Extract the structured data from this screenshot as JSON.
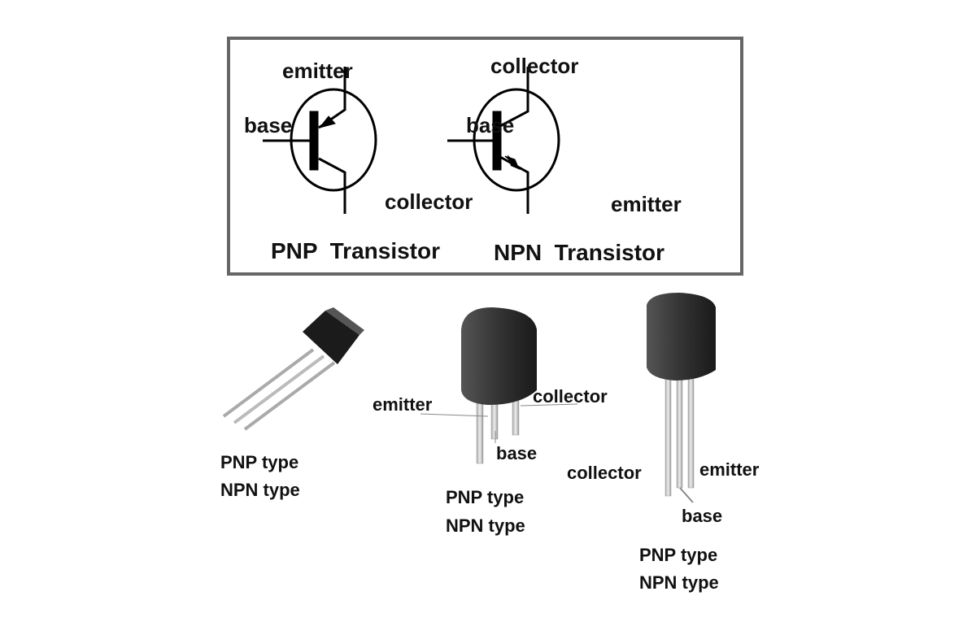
{
  "symbols": {
    "pnp": {
      "emitter": "emitter",
      "base": "base",
      "collector": "collector",
      "title": "PNP  Transistor"
    },
    "npn": {
      "collector": "collector",
      "base": "base",
      "emitter": "emitter",
      "title": "NPN  Transistor"
    }
  },
  "packages": [
    {
      "types": [
        "PNP type",
        "NPN type"
      ]
    },
    {
      "emitter": "emitter",
      "collector": "collector",
      "base": "base",
      "types": [
        "PNP type",
        "NPN type"
      ]
    },
    {
      "collector": "collector",
      "emitter": "emitter",
      "base": "base",
      "types": [
        "PNP type",
        "NPN type"
      ]
    }
  ]
}
